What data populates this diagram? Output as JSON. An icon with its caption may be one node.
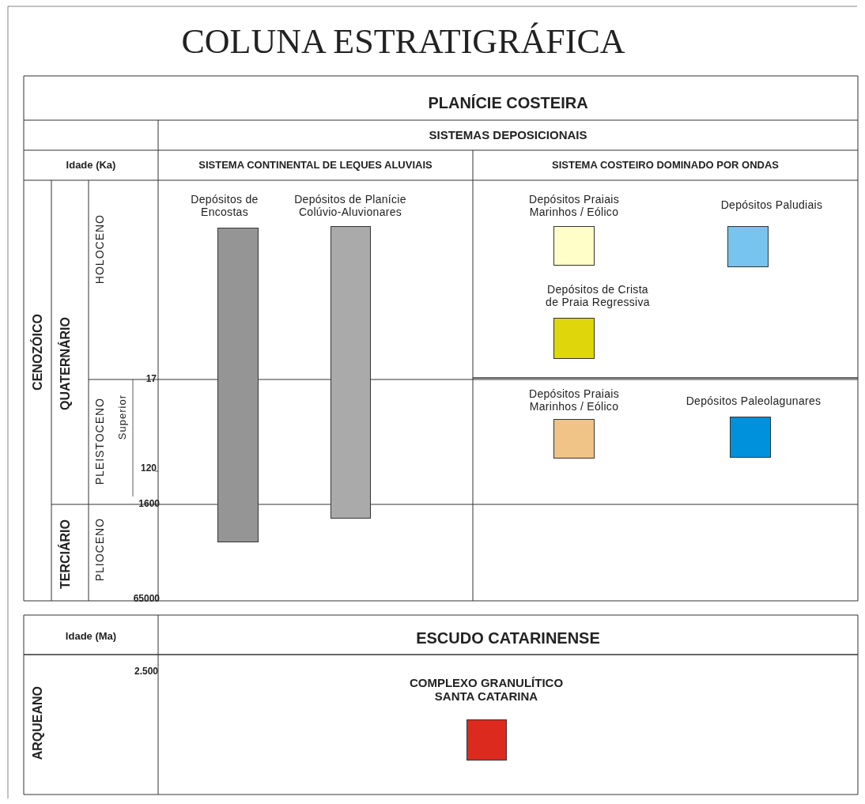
{
  "diagram": {
    "title": "COLUNA ESTRATIGRÁFICA",
    "labels": [
      "PLANÍCIE COSTEIRA",
      "SISTEMAS DEPOSICIONAIS",
      "Idade (Ka)",
      "SISTEMA CONTINENTAL DE LEQUES ALUVIAIS",
      "SISTEMA COSTEIRO DOMINADO POR ONDAS",
      "CENOZÓICO",
      "QUATERNÁRIO",
      "HOLOCENO",
      "17",
      "PLEISTOCENO",
      "Superior",
      "120",
      "1600",
      "TERCIÁRIO",
      "PLIOCENO",
      "65000",
      "Idade (Ma)",
      "ESCUDO CATARINENSE",
      "2.500",
      "ARQUEANO"
    ],
    "legend": [
      {
        "text": "Depósitos de Encostas",
        "color": "#959595"
      },
      {
        "text": "Depósitos de Planície Colúvio-Aluvionares",
        "color": "#aaaaaa"
      },
      {
        "text": "Depósitos Praiais Marinhos / Eólico",
        "color": "#fffdc8"
      },
      {
        "text": "Depósitos Paludiais",
        "color": "#77c4ef"
      },
      {
        "text": "Depósitos de Crista de Praia Regressiva",
        "color": "#e0d60c"
      },
      {
        "text": "Depósitos Praiais Marinhos / Eólico",
        "color": "#efc486"
      },
      {
        "text": "Depósitos Paleolagunares",
        "color": "#0091dc"
      },
      {
        "text": "COMPLEXO GRANULÍTICO SANTA CATARINA",
        "color": "#dc2a1f"
      }
    ]
  }
}
